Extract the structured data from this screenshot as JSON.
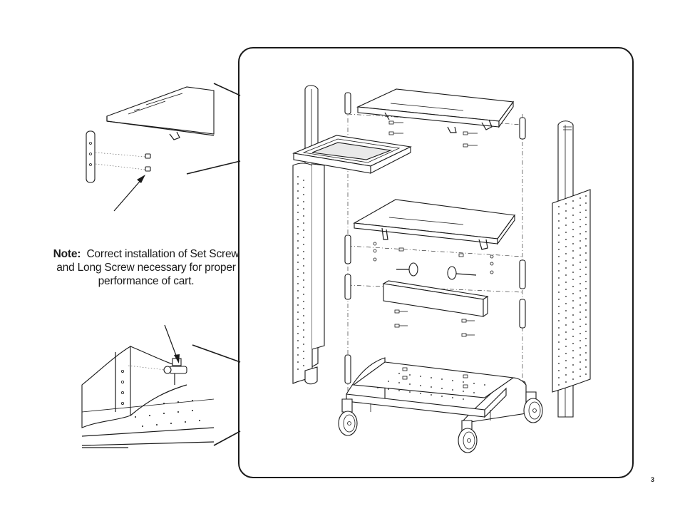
{
  "note": {
    "label": "Note:",
    "text": "Correct installation of Set Screw and Long Screw necessary for proper performance of cart."
  },
  "page_number": "3"
}
